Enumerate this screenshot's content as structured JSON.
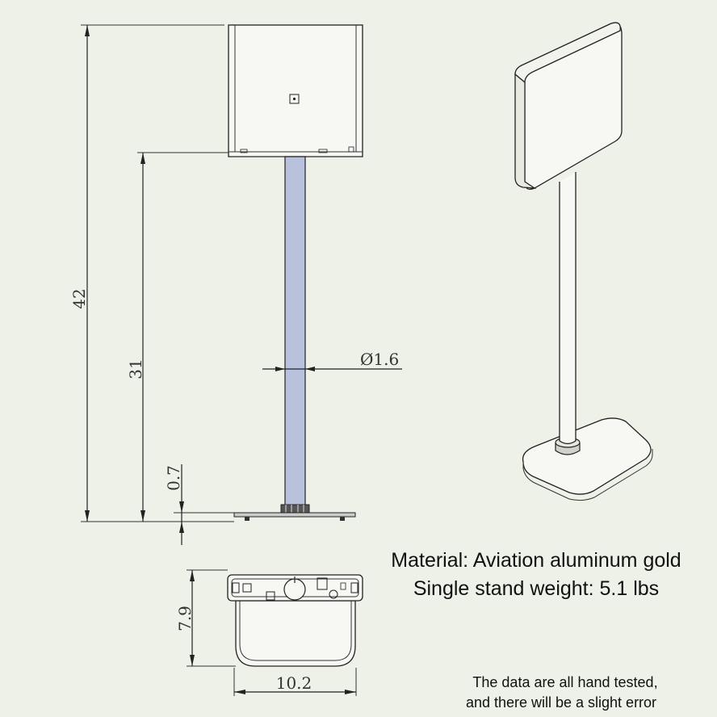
{
  "dimensions": {
    "total_height": "42",
    "pole_height": "31",
    "base_thickness": "0.7",
    "pole_diameter": "Ø1.6",
    "base_depth": "7.9",
    "base_width": "10.2"
  },
  "specs": {
    "material": "Material: Aviation aluminum gold",
    "weight": "Single stand weight: 5.1 lbs"
  },
  "disclaimer": {
    "line1": "The data are all hand tested,",
    "line2": "and there will be a slight error"
  },
  "colors": {
    "background": "#eef1e8",
    "pole": "#b9c2dd"
  }
}
